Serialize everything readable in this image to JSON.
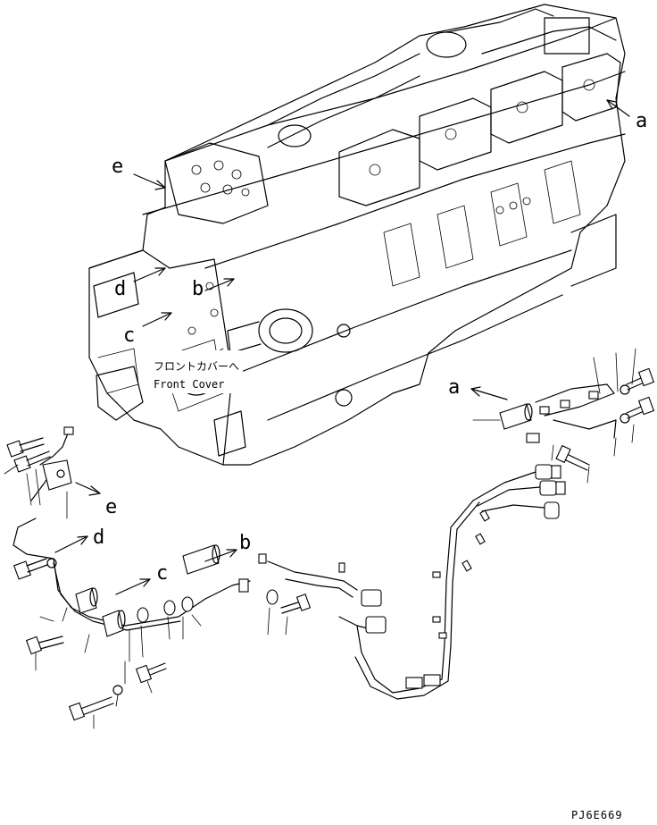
{
  "callouts": {
    "a": "a",
    "b": "b",
    "c": "c",
    "d": "d",
    "e": "e"
  },
  "note": {
    "japanese": "フロントカバーへ",
    "english": "Front Cover"
  },
  "figure_code": "PJ6E669"
}
